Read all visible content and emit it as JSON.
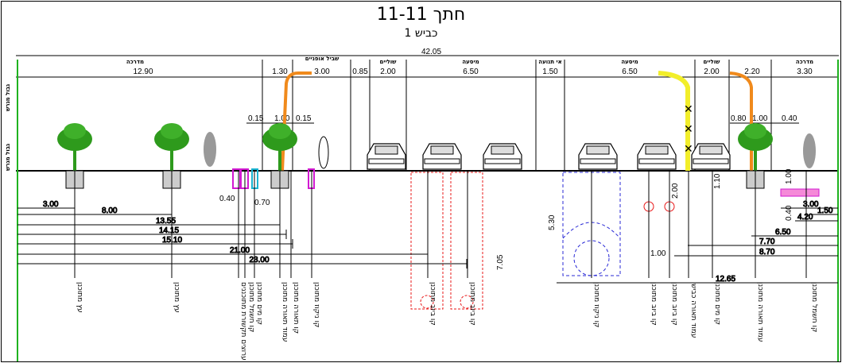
{
  "title": "חתך 11-11",
  "subtitle": "כביש 1",
  "total_width": "42.05",
  "zone_headers": [
    "מדרכה",
    "שביל אופניים",
    "שוליים",
    "מיסעה",
    "אי תנועה",
    "מיסעה",
    "שוליים",
    "מדרכה"
  ],
  "segments_top": [
    "12.90",
    "1.30",
    "3.00",
    "0.85",
    "2.00",
    "6.50",
    "1.50",
    "6.50",
    "2.00",
    "2.20",
    "3.30"
  ],
  "small_dims": [
    "0.15",
    "1.00",
    "0.15",
    "0.80",
    "1.00",
    "0.40"
  ],
  "left_offsets": [
    "3.00",
    "8.00",
    "13.55",
    "14.15",
    "15.10",
    "21.00",
    "23.00"
  ],
  "right_offsets": [
    "3.00",
    "1.50",
    "4.20",
    "6.50",
    "7.70",
    "8.70",
    "12.65"
  ],
  "misc_dims": [
    "0.40",
    "0.70",
    "5.30",
    "7.05",
    "2.00",
    "1.10",
    "1.00",
    "0.40",
    "1.00"
  ],
  "left_edge_labels": [
    "גבול מגרש",
    "גבול מגרש"
  ],
  "utility_labels": [
    "עץ מתוכנן",
    "עץ מתוכנן",
    "ערוצים תקשורת מתוכננים",
    "קו חשמל מתוכנן",
    "קו מים מתוכנן",
    "עמוד תאורה מתוכנן",
    "קו תאורה מתוכנן",
    "קו ניקוז מתוכנן",
    "קו ביוב מתוכנן",
    "קו ביוב מתוכנן",
    "קו ניקוז מתוכנן",
    "קו ביוב מתוכנן",
    "קו ביוב מתוכנן",
    "עמוד תאורה כבישי",
    "קו מים מתוכנן",
    "עמוד תאורה מתוכנן",
    "קו חשמל מתוכנן"
  ],
  "colors": {
    "tree": "#2e9a1c",
    "pole_orange": "#f08a1c",
    "pole_yellow": "#f2ee2a",
    "sewer": "#e8191a",
    "drain": "#2a2ad6",
    "magenta": "#d21ad2",
    "cyan": "#1ab4d2",
    "edge_green": "#1fb31f"
  }
}
